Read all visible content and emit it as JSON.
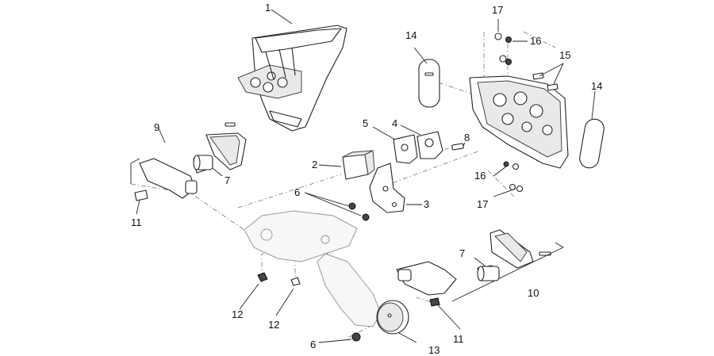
{
  "diagram": {
    "callouts": [
      "1",
      "2",
      "3",
      "4",
      "5",
      "6",
      "6",
      "7",
      "7",
      "8",
      "9",
      "10",
      "11",
      "11",
      "12",
      "12",
      "13",
      "14",
      "14",
      "15",
      "16",
      "16",
      "17",
      "17"
    ]
  },
  "labels": {
    "n1": "1",
    "n2": "2",
    "n3": "3",
    "n4": "4",
    "n5": "5",
    "n6a": "6",
    "n6b": "6",
    "n7a": "7",
    "n7b": "7",
    "n8": "8",
    "n9": "9",
    "n10": "10",
    "n11a": "11",
    "n11b": "11",
    "n12a": "12",
    "n12b": "12",
    "n13": "13",
    "n14a": "14",
    "n14b": "14",
    "n15": "15",
    "n16a": "16",
    "n16b": "16",
    "n17a": "17",
    "n17b": "17"
  }
}
